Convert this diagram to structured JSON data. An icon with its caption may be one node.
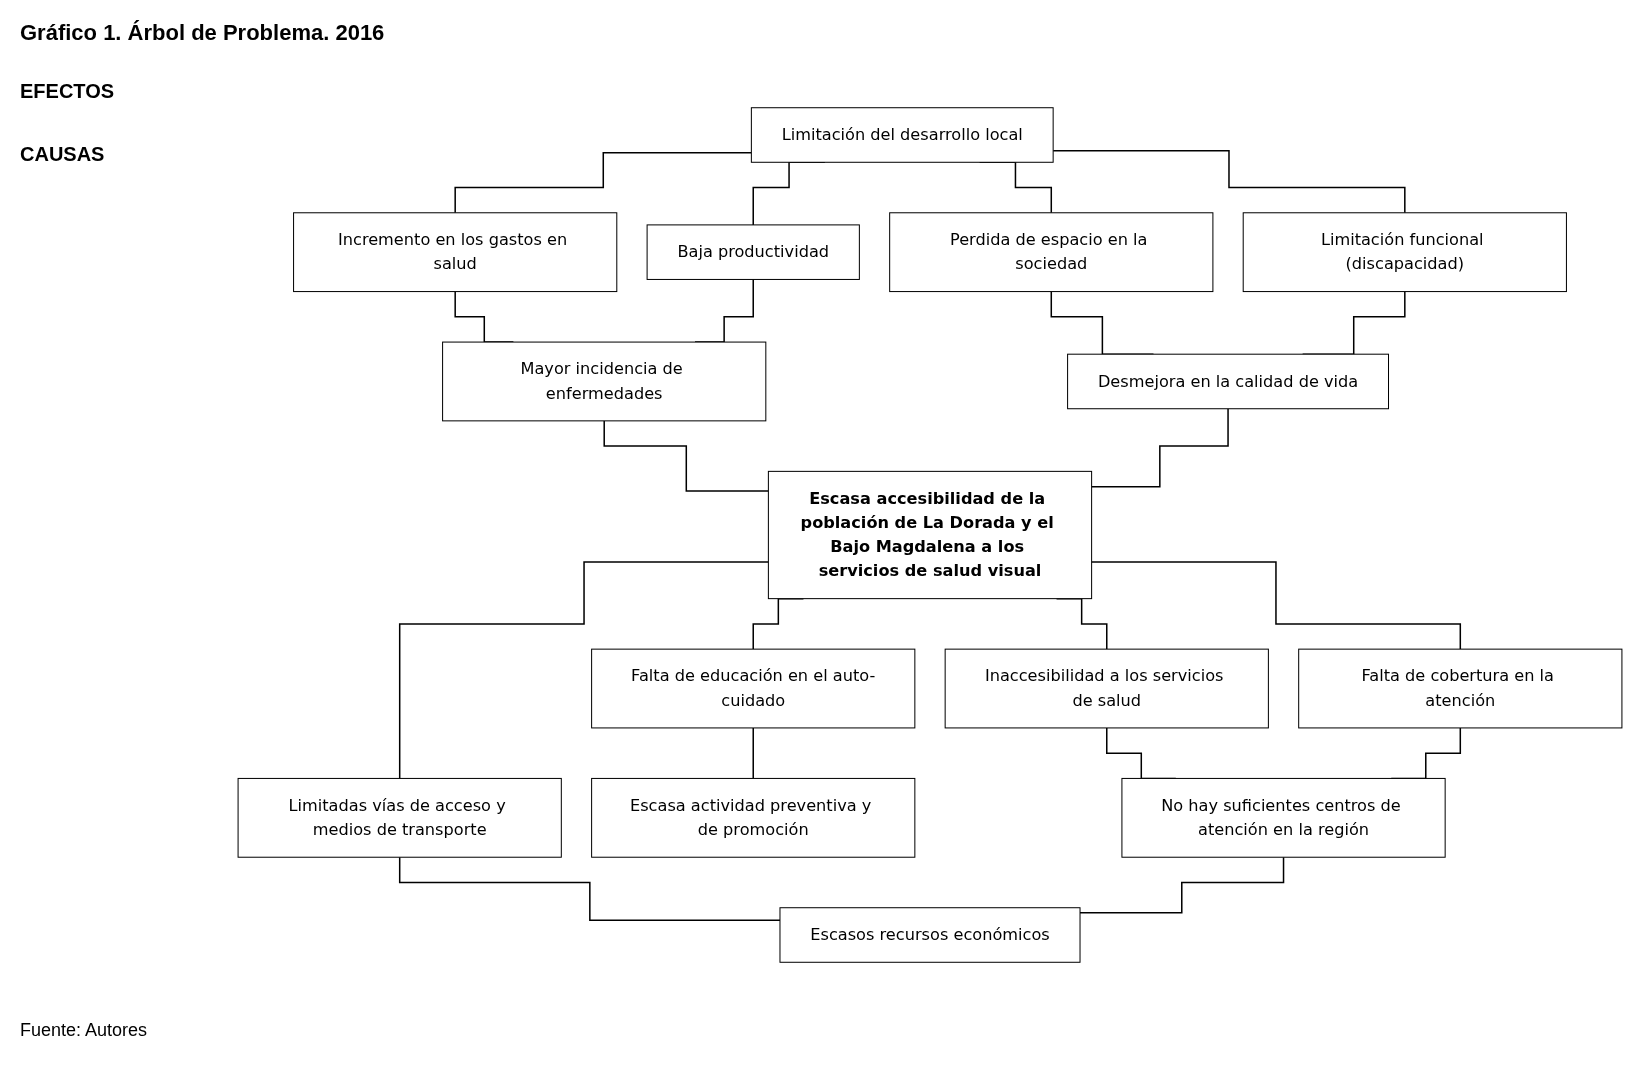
{
  "diagram": {
    "title": "Gráfico 1. Árbol de Problema. 2016",
    "caption": "Fuente: Autores",
    "nodes": [
      {
        "text": [
          "Limitación del desarrollo local"
        ]
      },
      {
        "text": [
          "Incremento en los gastos en salud"
        ]
      },
      {
        "text": [
          "Baja productividad"
        ]
      },
      {
        "text": [
          "Perdida de espacio en la sociedad"
        ]
      },
      {
        "text": [
          "Limitación funcional (discapacidad)"
        ]
      },
      {
        "text": [
          "Mayor incidencia de enfermedades"
        ]
      },
      {
        "text": [
          "Desmejora en la calidad de vida"
        ]
      },
      {
        "text": [
          "Escasa accesibilidad de la población de La Dorada y el Bajo Magdalena a los servicios de salud visual"
        ]
      },
      {
        "text": [
          "Falta de educación en el auto-cuidado"
        ]
      },
      {
        "text": [
          "Limitadas vías de acceso y medios de transporte"
        ]
      },
      {
        "text": [
          "Inaccesibilidad a los servicios de salud"
        ]
      },
      {
        "text": [
          "Falta de cobertura en la atención"
        ]
      },
      {
        "text": [
          "Escasa actividad preventiva y de promoción"
        ]
      },
      {
        "text": [
          "No hay suficientes centros de atención en la región"
        ]
      },
      {
        "text": [
          "Escasos recursos económicos"
        ]
      }
    ],
    "edges": [
      {
        "from": 0,
        "to": 1,
        "arrow": "none"
      },
      {
        "from": 0,
        "to": 2,
        "arrow": "none"
      },
      {
        "from": 0,
        "to": 3,
        "arrow": "none"
      },
      {
        "from": 0,
        "to": 4,
        "arrow": "none"
      },
      {
        "from": 1,
        "to": 5,
        "arrow": "none"
      },
      {
        "from": 2,
        "to": 5,
        "arrow": "none"
      },
      {
        "from": 3,
        "to": 6,
        "arrow": "none"
      },
      {
        "from": 4,
        "to": 6,
        "arrow": "none"
      },
      {
        "from": 5,
        "to": 7,
        "arrow": "none"
      },
      {
        "from": 6,
        "to": 7,
        "arrow": "none"
      },
      {
        "from": 7,
        "to": 8,
        "arrow": "none"
      },
      {
        "from": 7,
        "to": 9,
        "arrow": "none"
      },
      {
        "from": 7,
        "to": 10,
        "arrow": "none"
      },
      {
        "from": 7,
        "to": 11,
        "arrow": "none"
      },
      {
        "from": 8,
        "to": 12,
        "arrow": "none"
      },
      {
        "from": 10,
        "to": 13,
        "arrow": "none"
      },
      {
        "from": 11,
        "to": 13,
        "arrow": "none"
      },
      {
        "from": 9,
        "to": 14,
        "arrow": "none"
      },
      {
        "from": 13,
        "to": 14,
        "arrow": "none"
      }
    ],
    "labels": [
      "EFECTOS",
      "CAUSAS"
    ]
  }
}
